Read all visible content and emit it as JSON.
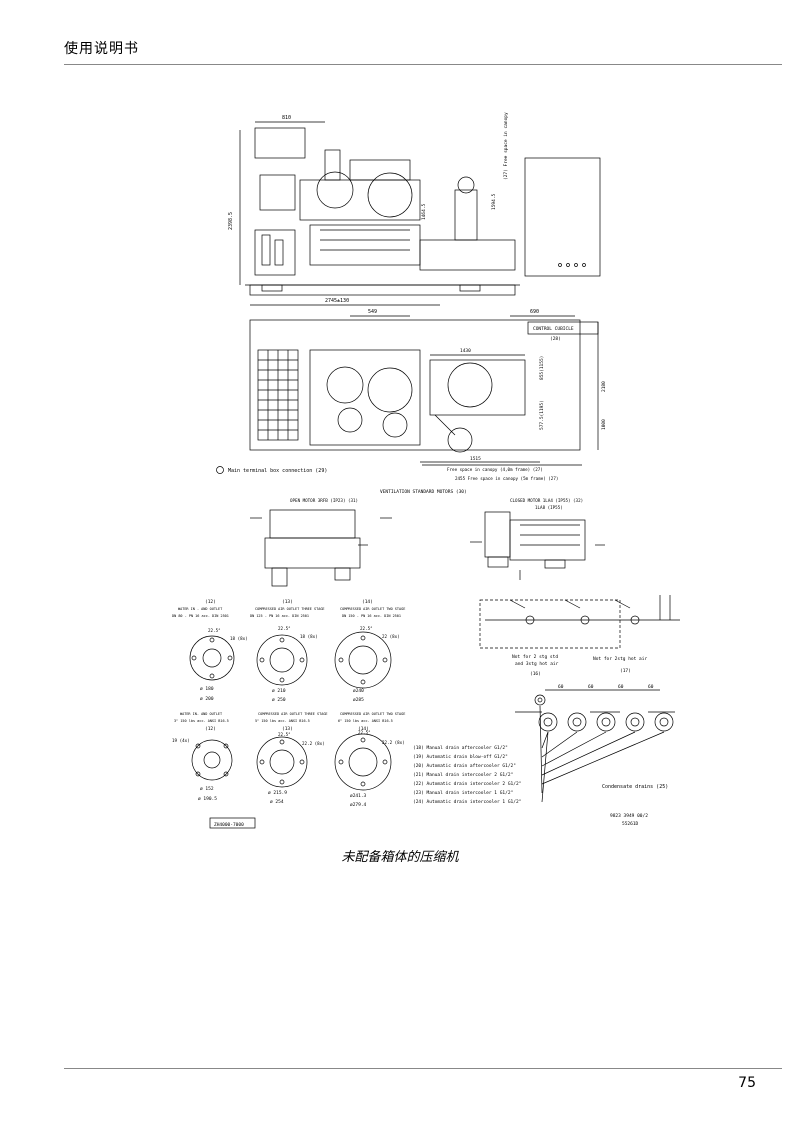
{
  "header": {
    "title": "使用说明书"
  },
  "caption": "未配备箱体的压缩机",
  "page_number": "75",
  "drawing": {
    "dims": {
      "d810": "810",
      "d2745": "2745±130",
      "d2398": "2398.5",
      "d549": "549",
      "d690": "690",
      "d1430": "1430",
      "d1515": "1515",
      "d2180": "2180",
      "d1000": "1000",
      "d1464": "1464.5",
      "d1594": "1594.5",
      "d855": "855(1155)",
      "d577": "577.5(1195)",
      "d60": "60"
    },
    "labels": {
      "free_canopy_top": "(27) Free space in canopy",
      "control_cubicle": "CONTROL CUBICLE",
      "control_cubicle_num": "(28)",
      "free_4m": "Free space in canopy (4,0m frame) (27)",
      "free_5m": "2455 Free space in canopy (5m frame) (27)",
      "main_terminal": "Main terminal box connection (29)",
      "ventilation": "VENTILATION STANDARD MOTORS (30)",
      "open_motor": "OPEN MOTOR 3RFB (IP23) (31)",
      "closed_motor": "CLOSED MOTOR 1LA4 (IP55) (32)",
      "closed_motor2": "1LA8 (IP55)",
      "not_2stg_std": "Not for 2 stg std",
      "and_3stg": "and 3stg hot air",
      "not_2stg_hot": "Not for 2stg hot air",
      "n16": "(16)",
      "n17": "(17)",
      "condensate": "Condensate drains (25)",
      "doc_no1": "9823 3949 00/2",
      "doc_no2": "55261D",
      "zh": "ZH4000-7000"
    },
    "flanges_top": [
      {
        "num": "(12)",
        "title": "WATER IN - AND OUTLET",
        "spec": "DN 80 - PN 16 acc. DIN 2501",
        "angle": "22.5°",
        "holes": "18 (8x)",
        "d1": "ø 180",
        "d2": "ø 200"
      },
      {
        "num": "(13)",
        "title": "COMPRESSED AIR OUTLET THREE STAGE",
        "spec": "DN 125 - PN 16 acc. DIN 2501",
        "angle": "22.5°",
        "holes": "18 (8x)",
        "d1": "ø 210",
        "d2": "ø 250"
      },
      {
        "num": "(14)",
        "title": "COMPRESSED AIR OUTLET TWO STAGE",
        "spec": "DN 150 - PN 16 acc. DIN 2501",
        "angle": "22.5°",
        "holes": "22 (8x)",
        "d1": "ø240",
        "d2": "ø285"
      }
    ],
    "flanges_bottom": [
      {
        "num": "(12)",
        "title": "WATER IN- AND OUTLET",
        "spec": "3\" 150 lbs acc. ANSI B16.5",
        "angle": "",
        "holes": "19 (4x)",
        "d1": "ø 152",
        "d2": "ø 190.5"
      },
      {
        "num": "(13)",
        "title": "COMPRESSED AIR OUTLET THREE STAGE",
        "spec": "5\" 150 lbs acc. ANSI B16.5",
        "angle": "22.5°",
        "holes": "22.2 (8x)",
        "d1": "ø 215.9",
        "d2": "ø 254"
      },
      {
        "num": "(14)",
        "title": "COMPRESSED AIR OUTLET TWO STAGE",
        "spec": "6\" 150 lbs acc. ANSI B16.5",
        "angle": "22.5°",
        "holes": "22.2 (8x)",
        "d1": "ø241.3",
        "d2": "ø279.4"
      }
    ],
    "drains": [
      "(18) Manual drain aftercooler G1/2\"",
      "(19) Automatic drain blow-off G1/2\"",
      "(20) Automatic drain aftercooler G1/2\"",
      "(21) Manual drain intercooler 2 G1/2\"",
      "(22) Automatic drain intercooler 2 G1/2\"",
      "(23) Manual drain intercooler 1 G1/2\"",
      "(24) Automatic drain intercooler 1 G1/2\""
    ]
  }
}
